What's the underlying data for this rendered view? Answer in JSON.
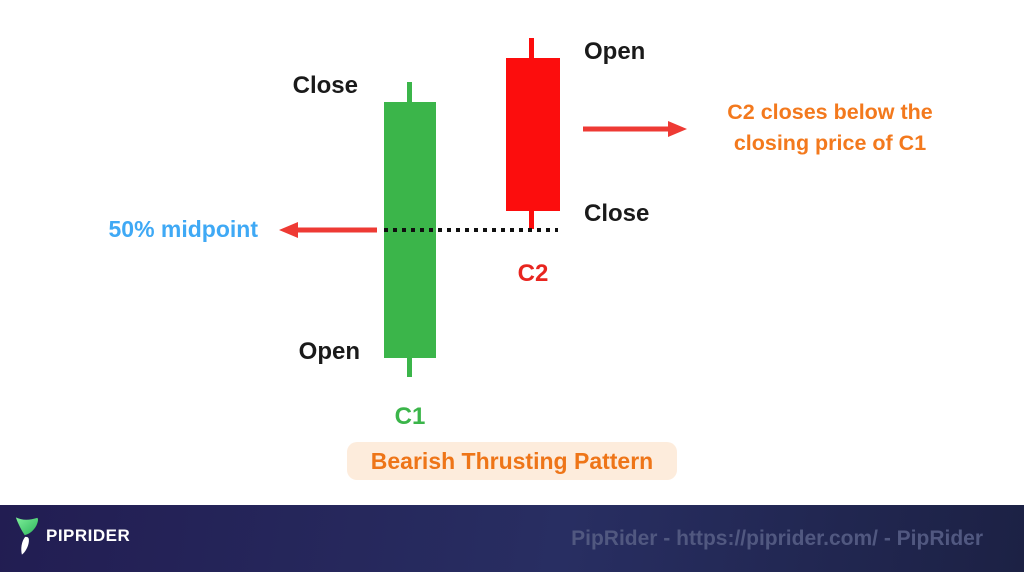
{
  "diagram": {
    "title": "Bearish Thrusting Pattern",
    "c1": {
      "label": "C1",
      "close_label": "Close",
      "open_label": "Open"
    },
    "c2": {
      "label": "C2",
      "open_label": "Open",
      "close_label": "Close"
    },
    "midpoint_label": "50% midpoint",
    "annotation": {
      "line1": "C2 closes below the",
      "line2": "closing price of C1"
    }
  },
  "footer": {
    "brand": "PIPRIDER",
    "credit": "PipRider - https://piprider.com/ - PipRider"
  },
  "colors": {
    "bullish_green": "#3bb54a",
    "bearish_red": "#fc0d0d",
    "arrow_red": "#ee3a34",
    "midpoint_blue": "#3fa9f5",
    "accent_orange": "#f3791d",
    "badge_background": "#fdecdc",
    "footer_navy": "#221d52",
    "footer_credit_text": "#515880"
  }
}
